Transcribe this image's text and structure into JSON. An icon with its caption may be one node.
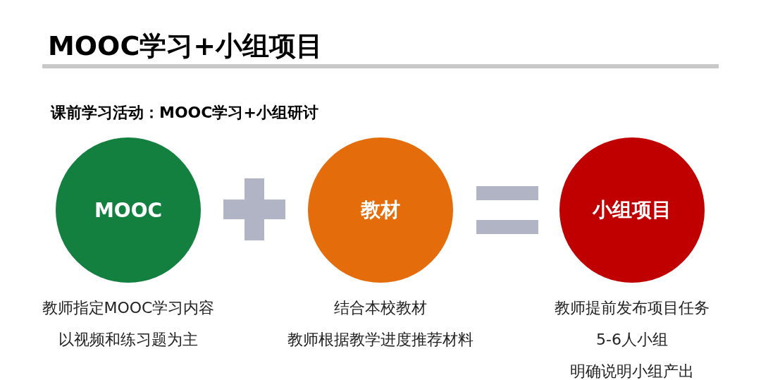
{
  "diagram": {
    "title": "MOOC学习+小组项目",
    "nodes": [
      {
        "text": [
          "MOOC"
        ],
        "beside": [
          "教师指定MOOC学习内容",
          "以视频和练习题为主"
        ]
      },
      {
        "text": [
          "教材"
        ],
        "beside": [
          "结合本校教材",
          "教师根据教学进度推荐材料"
        ]
      },
      {
        "text": [
          "小组项目"
        ],
        "beside": [
          "教师提前发布项目任务",
          "5-6人小组",
          "明确说明小组产出"
        ]
      }
    ],
    "labels": [
      "课前学习活动：MOOC学习+小组研讨"
    ]
  }
}
